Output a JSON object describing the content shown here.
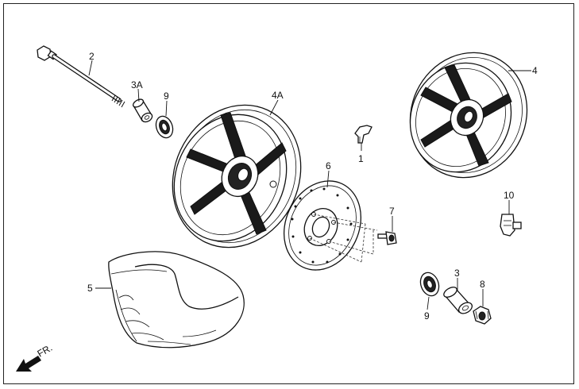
{
  "labels": {
    "p1": "1",
    "p2": "2",
    "p3": "3",
    "p3a": "3A",
    "p4": "4",
    "p4a": "4A",
    "p5": "5",
    "p6": "6",
    "p7": "7",
    "p8": "8",
    "p9a": "9",
    "p9b": "9",
    "p10": "10"
  },
  "direction": {
    "text": "FR.",
    "icon": "arrow-down-left-icon"
  },
  "colors": {
    "line": "#111111",
    "fill": "#ffffff",
    "dark": "#222222"
  }
}
